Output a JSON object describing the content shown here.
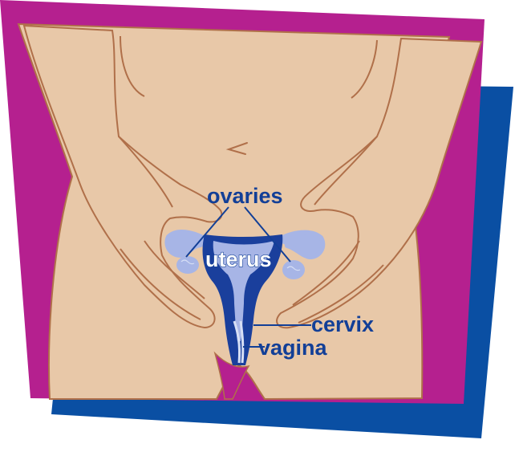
{
  "diagram": {
    "labels": {
      "ovaries": "ovaries",
      "uterus": "uterus",
      "cervix": "cervix",
      "vagina": "vagina"
    }
  },
  "colors": {
    "back_panel": "#0a4fa3",
    "front_panel": "#b5208f",
    "skin": "#e8c8a8",
    "outline": "#b0704a",
    "organ_light": "#a7b5e6",
    "organ_dark": "#1a3f9c",
    "label": "#123f97",
    "label_uterus": "#ffffff",
    "vulva": "#b5208f"
  }
}
